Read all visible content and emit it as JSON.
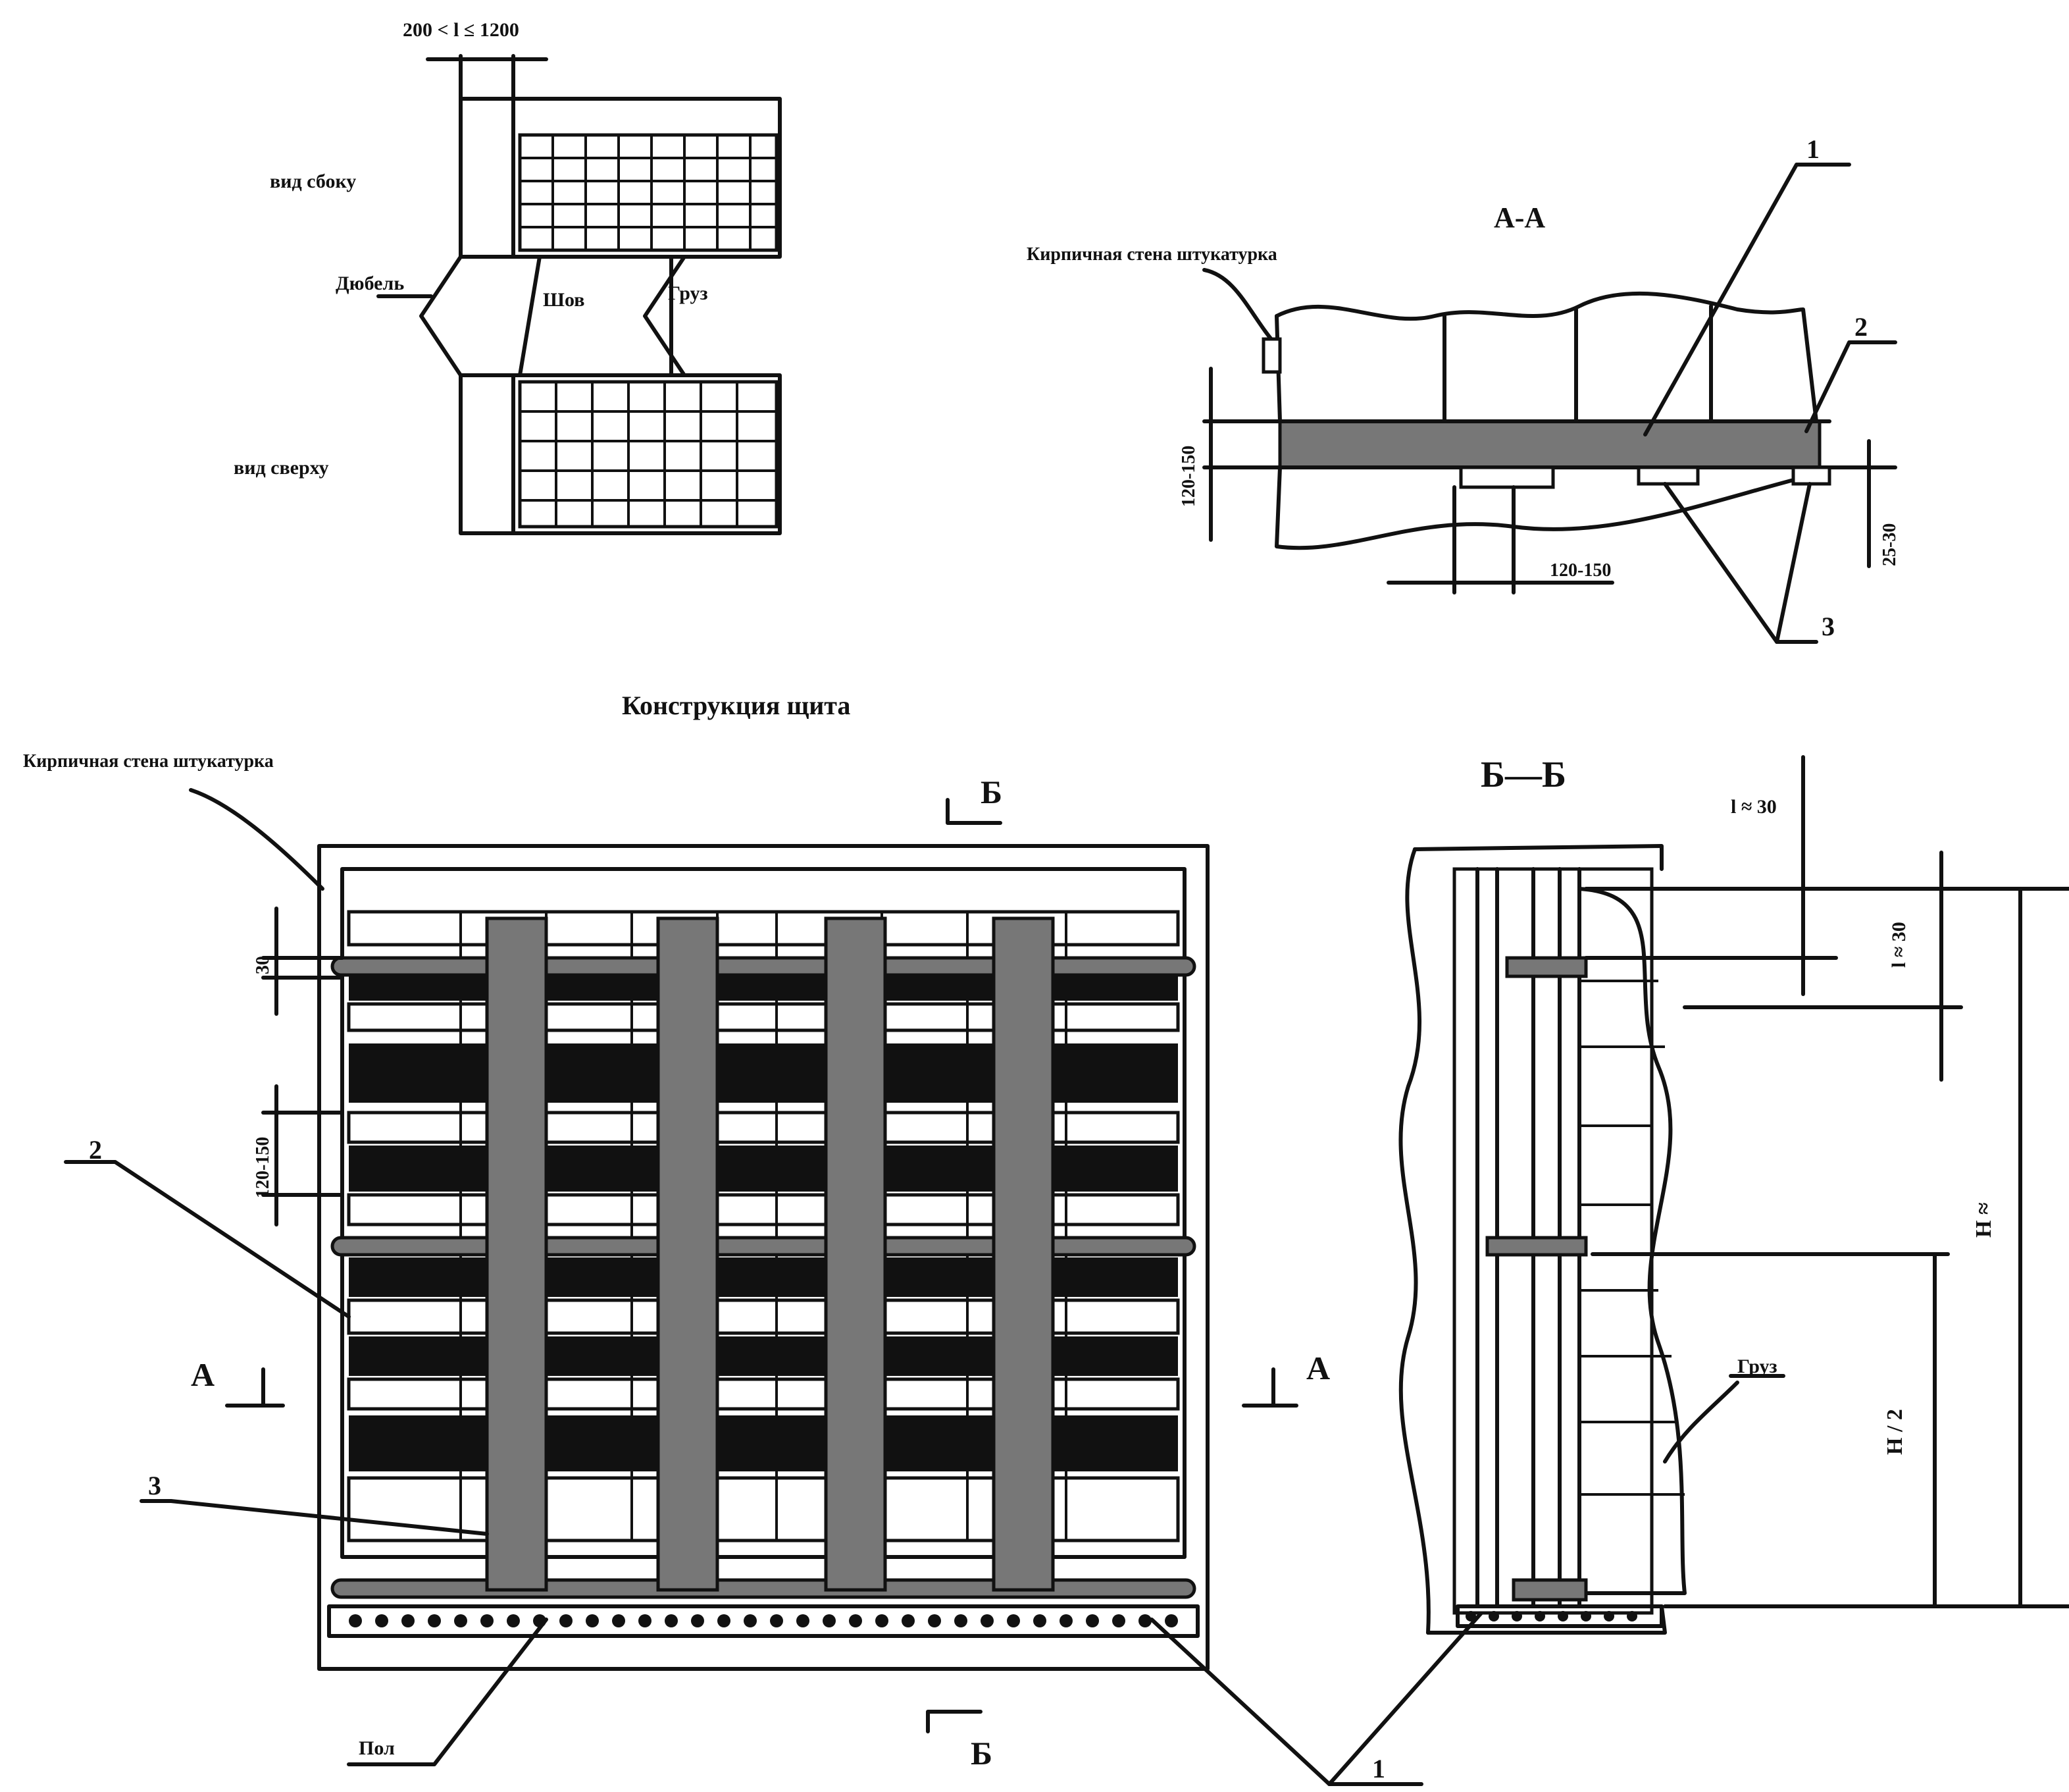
{
  "texts": {
    "top_dim": "200 < l ≤ 1200",
    "brick_wall_upper": "вид сбоку",
    "brick_wall_lower": "вид сверху",
    "label_dowel": "Дюбель",
    "label_seam": "Шов",
    "label_gap_top": "Груз",
    "section_aa": "А-А",
    "label_brick_wall_aa": "Кирпичная стена штукатурка",
    "dim_aa_height": "120-150",
    "dim_aa_width": "120-150",
    "dim_aa_right": "25-30",
    "callout_1": "1",
    "callout_2": "2",
    "callout_3": "3",
    "title_construction": "Конструкция щита",
    "label_brick_wall_main": "Кирпичная стена штукатурка",
    "mark_b_top": "Б",
    "mark_b_bottom": "Б",
    "mark_a_left": "А",
    "mark_a_right": "А",
    "dim_30": "30",
    "dim_120_150": "120-150",
    "label_floor": "Пол",
    "section_bb": "Б—Б",
    "dim_bb_top": "l ≈ 30",
    "dim_bb_second": "l ≈ 30",
    "dim_h": "H ≈",
    "dim_h_half": "H / 2",
    "label_gap_bb": "Груз"
  }
}
